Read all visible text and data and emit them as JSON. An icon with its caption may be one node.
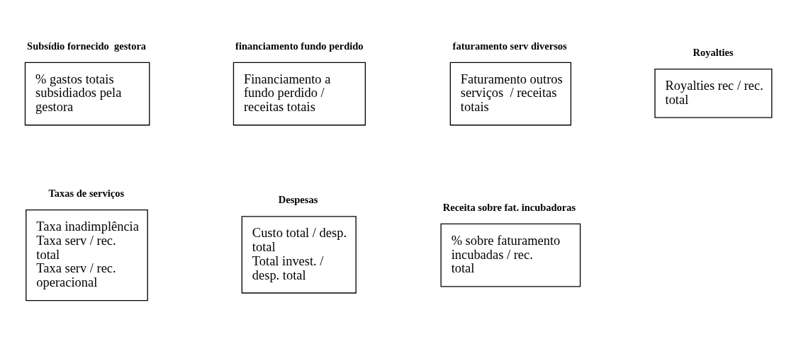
{
  "diagram": {
    "nodes": [
      {
        "text": [
          "Subsídio fornecido  gestora",
          "% gastos totais subsidiados pela gestora"
        ]
      },
      {
        "text": [
          "financiamento fundo perdido",
          "Financiamento a fundo perdido / receitas totais"
        ]
      },
      {
        "text": [
          "faturamento serv diversos",
          "Faturamento outros serviços  / receitas totais"
        ]
      },
      {
        "text": [
          "Royalties",
          "Royalties rec / rec. total"
        ]
      },
      {
        "text": [
          "Taxas de serviços",
          "Taxa inadimplência",
          "Taxa serv / rec. total",
          "Taxa serv / rec. operacional"
        ]
      },
      {
        "text": [
          "Despesas",
          "Custo total / desp. total",
          "Total invest. / desp. total"
        ]
      },
      {
        "text": [
          "Receita sobre fat. incubadoras",
          "% sobre faturamento incubadas / rec. total"
        ]
      }
    ]
  }
}
